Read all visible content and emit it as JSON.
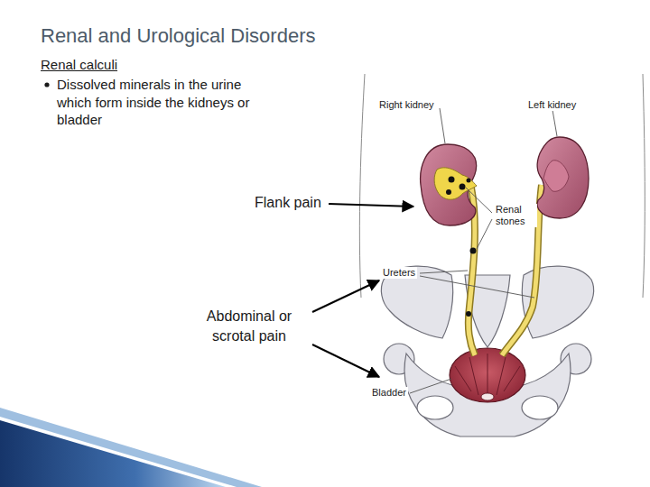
{
  "diagram": {
    "title": "Renal and Urological Disorders",
    "labels": [
      "Renal calculi",
      "Dissolved minerals in the urine which form inside the kidneys or bladder",
      "Flank pain",
      "Abdominal or scrotal pain",
      "Right kidney",
      "Left kidney",
      "Renal stones",
      "Ureters",
      "Bladder"
    ]
  }
}
